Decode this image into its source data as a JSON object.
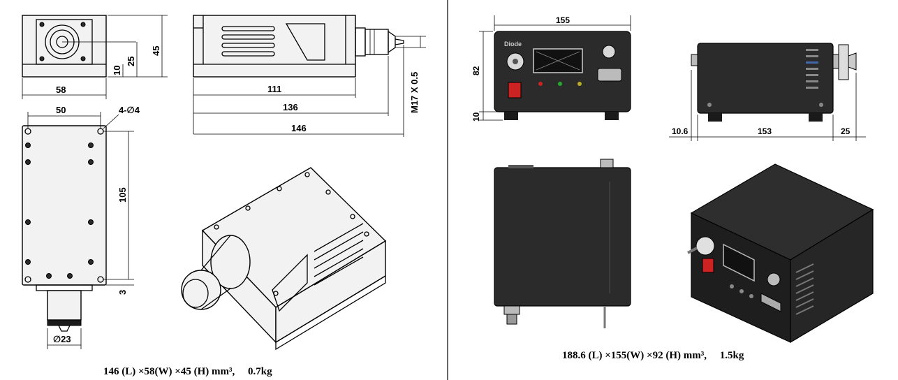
{
  "laser_head": {
    "dimensions": {
      "front_width": "58",
      "front_height": "45",
      "front_center": "25",
      "front_base": "10",
      "side_len_1": "111",
      "side_len_2": "136",
      "side_len_3": "146",
      "thread": "M17 X 0.5",
      "top_width": "50",
      "hole_spec": "4-∅4",
      "top_length": "105",
      "top_offset": "3",
      "nozzle_dia": "∅23"
    },
    "caption": "146 (L) ×58(W) ×45 (H) mm³,  0.7kg"
  },
  "power_supply": {
    "dimensions": {
      "front_width": "155",
      "front_height": "82",
      "front_feet": "10",
      "side_left": "10.6",
      "side_length": "153",
      "side_right": "25"
    },
    "caption": "188.6 (L) ×155(W) ×92 (H) mm³,  1.5kg"
  },
  "colors": {
    "line": "#000000",
    "panel_dark": "#2b2b2b",
    "led_red": "#cc2222",
    "led_green": "#22aa33",
    "led_yellow": "#bbaa22"
  }
}
